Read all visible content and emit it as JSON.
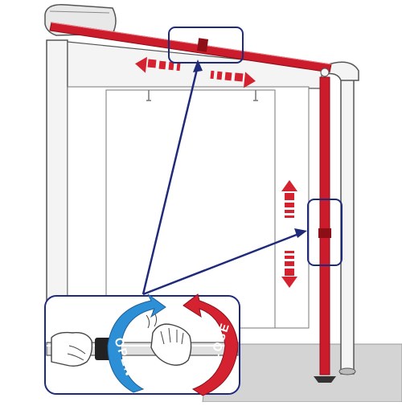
{
  "colors": {
    "outline": "#555555",
    "frame_fill": "#f4f4f4",
    "shade": "#e2e2e2",
    "floor": "#d4d4d4",
    "bar_red": "#cc1b2a",
    "bar_red_dark": "#8e0e18",
    "callout_blue": "#1f2b7a",
    "arrow_blue": "#2d8fd6",
    "arrow_red": "#d42230",
    "arrow_text": "#ffffff"
  },
  "icons": {
    "horizontal_arrows": "double-headed-dashed-arrow",
    "vertical_arrows": "double-headed-dashed-arrow",
    "open_arrow": "curved-arrow-counterclockwise",
    "close_arrow": "curved-arrow-clockwise"
  },
  "labels": {
    "open": "OPEN",
    "close": "CLOSE"
  }
}
